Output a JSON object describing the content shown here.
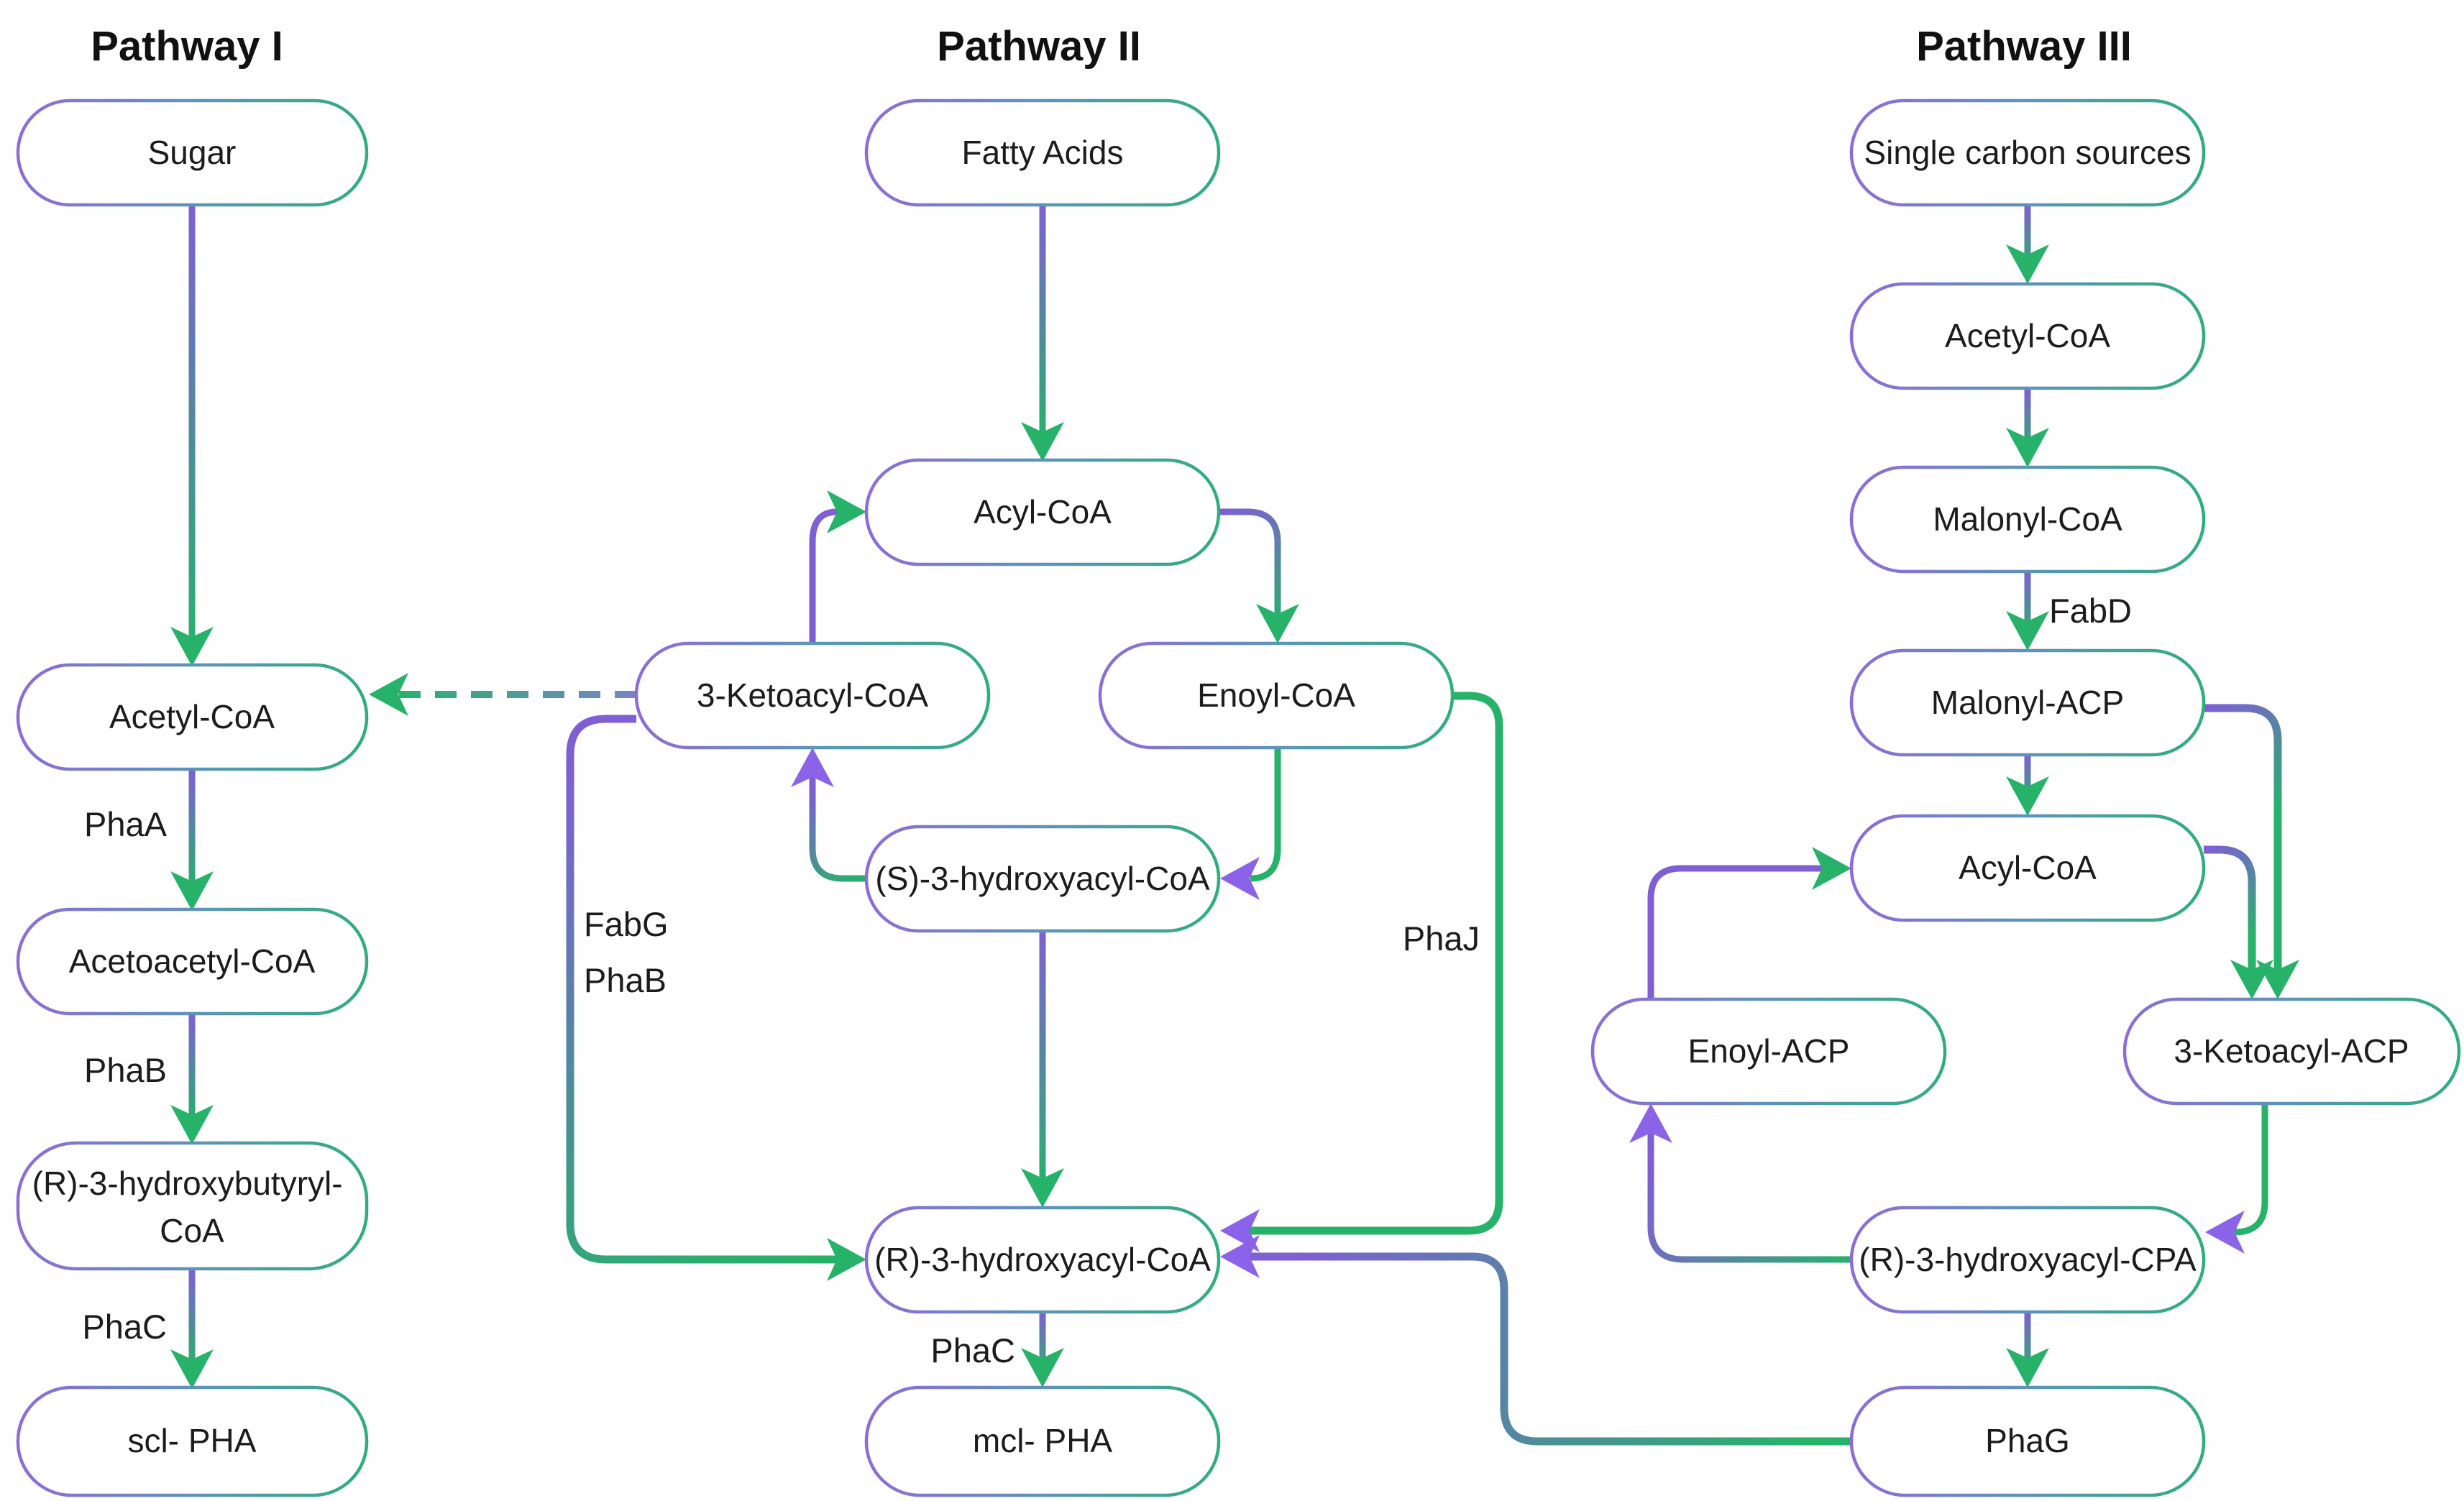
{
  "colors": {
    "purple": "#7e5fd4",
    "purpleBright": "#8b63e9",
    "green": "#27b26a",
    "steel": "#4e86ad",
    "dashEnd": "#7884c8",
    "nodeLeft": "#8e6cd8",
    "nodeMid": "#5e93ba",
    "nodeRight": "#2fae7c",
    "text": "#1c1c1c",
    "textStrong": "#111111"
  },
  "titles": {
    "pathway1": "Pathway I",
    "pathway2": "Pathway II",
    "pathway3": "Pathway III"
  },
  "pathway1": {
    "nodes": {
      "sugar": "Sugar",
      "acetyl_coa": "Acetyl-CoA",
      "acetoacetyl_coa": "Acetoacetyl-CoA",
      "r3_hydroxybutyryl_line1": "(R)-3-hydroxybutyryl-",
      "r3_hydroxybutyryl_line2": "CoA",
      "scl_pha": "scl- PHA"
    },
    "enzymes": {
      "phaA": "PhaA",
      "phaB": "PhaB",
      "phaC": "PhaC"
    }
  },
  "pathway2": {
    "nodes": {
      "fatty_acids": "Fatty Acids",
      "acyl_coa": "Acyl-CoA",
      "ketoacyl_coa": "3-Ketoacyl-CoA",
      "enoyl_coa": "Enoyl-CoA",
      "s3_hydroxyacyl_coa": "(S)-3-hydroxyacyl-CoA",
      "r3_hydroxyacyl_coa": "(R)-3-hydroxyacyl-CoA",
      "mcl_pha": "mcl- PHA"
    },
    "enzymes": {
      "fabG": "FabG",
      "phaB": "PhaB",
      "phaJ": "PhaJ",
      "phaC": "PhaC"
    }
  },
  "pathway3": {
    "nodes": {
      "single_carbon": "Single carbon sources",
      "acetyl_coa": "Acetyl-CoA",
      "malonyl_coa": "Malonyl-CoA",
      "malonyl_acp": "Malonyl-ACP",
      "acyl_coa": "Acyl-CoA",
      "enoyl_acp": "Enoyl-ACP",
      "ketoacyl_acp": "3-Ketoacyl-ACP",
      "r3_hydroxyacyl_cpa": "(R)-3-hydroxyacyl-CPA",
      "phaG": "PhaG"
    },
    "enzymes": {
      "fabD": "FabD"
    }
  }
}
